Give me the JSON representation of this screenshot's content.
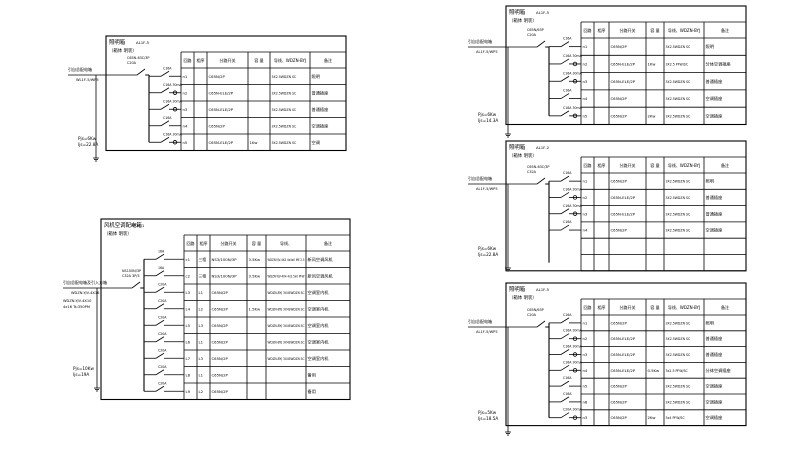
{
  "panels": [
    {
      "id": "AL1",
      "title": "照明箱",
      "code": "AL1F-5",
      "subtitle": "（箱体 明装）",
      "feed_label": "引自总配电箱",
      "feed_cable": "WL1F-5/WP5",
      "main_breaker": [
        "C65N-63C/3P",
        "C20A"
      ],
      "load": [
        "Pjs=6Kw",
        "Ijs=22.8A"
      ],
      "headers": [
        "回路",
        "相序",
        "分路开关",
        "容 量",
        "导线、WDZN-BYJ",
        "备注"
      ],
      "rows": [
        {
          "breaker_tag": "C16A",
          "circuit": "n1",
          "phase": "",
          "device": "C65N/2P",
          "capacity": "",
          "wire": "3X2.5WDZN SC",
          "remark": "照明"
        },
        {
          "breaker_tag": "C16A 30mA",
          "circuit": "n2",
          "phase": "",
          "device": "C65N-ELE/2P",
          "capacity": "",
          "wire": "3X2.5WDZN SC",
          "remark": "普通插座"
        },
        {
          "breaker_tag": "C16A 30mA",
          "circuit": "n3",
          "phase": "",
          "device": "C65N-ELE/2P",
          "capacity": "",
          "wire": "3X2.5WDZN SC",
          "remark": "普通插座"
        },
        {
          "breaker_tag": "C16A",
          "circuit": "n4",
          "phase": "",
          "device": "C65N/2P",
          "capacity": "",
          "wire": "3X2.5WDZN SC",
          "remark": "空调插座"
        },
        {
          "breaker_tag": "C16A 30mA",
          "circuit": "n5",
          "phase": "",
          "device": "C65N-ELE/2P",
          "capacity": "1Kw",
          "wire": "3X2.5WDZN SC",
          "remark": "空调"
        }
      ]
    },
    {
      "id": "AP1",
      "title": "风机空调配电箱",
      "code": "AP1F-1",
      "subtitle": "（箱体 明装）",
      "feed_label": "引自总配电箱及引入方箱",
      "feed_cable": "WDZN-YJV-4X16",
      "main_breaker": [
        "NS100N/3P",
        "C32A 3P/3"
      ],
      "extra_feed": [
        "WDZN-YJV-4X10",
        "4x16 Ts:350PM"
      ],
      "load": [
        "Pjs=10Kw",
        "Ijs=19A"
      ],
      "headers": [
        "回路",
        "相序",
        "分路开关",
        "容 量",
        "导线、",
        "备注"
      ],
      "rows": [
        {
          "breaker_tag": "16A",
          "circuit": "c1",
          "phase": "三相",
          "device": "NS3/100N/3P",
          "capacity": "3.5Kw",
          "wire": "WDZN-YJV-4X4 4x4x0 ME 2.5",
          "remark": "新风空调风机"
        },
        {
          "breaker_tag": "16A",
          "circuit": "c2",
          "phase": "三相",
          "device": "NS3/100N/3P",
          "capacity": "3.5Kw",
          "wire": "WDZN-YJV-4X4 4x2.5x0 PFW",
          "remark": "新风空调风机"
        },
        {
          "breaker_tag": "C20A",
          "circuit": "L3",
          "phase": "L1",
          "device": "C65N/2P",
          "capacity": "",
          "wire": "WDZN-BYJ 3X4SWDZN SC",
          "remark": "空调室内机"
        },
        {
          "breaker_tag": "C20A",
          "circuit": "L4",
          "phase": "L2",
          "device": "C65N/2P",
          "capacity": "1.5Kw",
          "wire": "WDZN-BYJ 3X4SWDZN SC",
          "remark": "空调室内机"
        },
        {
          "breaker_tag": "C20A",
          "circuit": "L5",
          "phase": "L3",
          "device": "C65N/2P",
          "capacity": "",
          "wire": "WDZN-BYJ 3X4SWDZN SC",
          "remark": "空调室内机"
        },
        {
          "breaker_tag": "C20A",
          "circuit": "L6",
          "phase": "L1",
          "device": "C65N/2P",
          "capacity": "",
          "wire": "WDZN-BYJ 3X4SWDZN SC",
          "remark": "空调室内机"
        },
        {
          "breaker_tag": "C20A",
          "circuit": "L7",
          "phase": "L3",
          "device": "C65N/2P",
          "capacity": "",
          "wire": "WDZN-BYJ 3X4SWDZN SC",
          "remark": "空调室内机"
        },
        {
          "breaker_tag": "C20A",
          "circuit": "L8",
          "phase": "L1",
          "device": "C65N/2P",
          "capacity": "",
          "wire": "",
          "remark": "备用"
        },
        {
          "breaker_tag": "C20A",
          "circuit": "L9",
          "phase": "L2",
          "device": "C65N/2P",
          "capacity": "",
          "wire": "",
          "remark": "备用"
        }
      ]
    },
    {
      "id": "AL2",
      "title": "照明箱",
      "code": "AL1F-5",
      "subtitle": "（箱体 明装）",
      "feed_label": "引自总配电箱",
      "feed_cable": "AL1F-5/WP5",
      "main_breaker": [
        "C65N/63P",
        "C20A"
      ],
      "load": [
        "Pjs=6Kw",
        "Ijs=14.3A"
      ],
      "headers": [
        "回路",
        "相序",
        "分路开关",
        "容 量",
        "导线、WDZN-BYJ",
        "备注"
      ],
      "rows": [
        {
          "breaker_tag": "C16A",
          "circuit": "n1",
          "phase": "",
          "device": "C65N/2P",
          "capacity": "",
          "wire": "3X2.5WDZN SC",
          "remark": "照明"
        },
        {
          "breaker_tag": "C16A 30mA",
          "circuit": "n2",
          "phase": "",
          "device": "C65N-ELE/2P",
          "capacity": "1Kw",
          "wire": "3X2.5 PFW/SC",
          "remark": "分体空调插座"
        },
        {
          "breaker_tag": "C16A 30mA",
          "circuit": "n3",
          "phase": "",
          "device": "C65N-ELE/2P",
          "capacity": "",
          "wire": "3X2.5WDZN SC",
          "remark": "普通插座"
        },
        {
          "breaker_tag": "C16A",
          "circuit": "n4",
          "phase": "",
          "device": "C65N/2P",
          "capacity": "",
          "wire": "3X2.5WDZN SC",
          "remark": "空调插座"
        },
        {
          "breaker_tag": "C16A 30mA",
          "circuit": "n5",
          "phase": "",
          "device": "C65N/2P",
          "capacity": "2Kw",
          "wire": "3X2.5WDZN SC",
          "remark": "空调插座"
        }
      ]
    },
    {
      "id": "AL3",
      "title": "照明箱",
      "code": "AL1F-2",
      "subtitle": "（箱体 明装）",
      "feed_label": "引自总配电箱",
      "feed_cable": "AL1F-5/WP5",
      "main_breaker": [
        "C65N-63C/3P",
        "C32A"
      ],
      "load": [
        "Pjs=6Kw",
        "Ijs=22.8A"
      ],
      "headers": [
        "回路",
        "相序",
        "分路开关",
        "容 量",
        "导线、WDZN-BYJ",
        "备注"
      ],
      "rows": [
        {
          "breaker_tag": "C16A",
          "circuit": "n1",
          "phase": "",
          "device": "C65N/2P",
          "capacity": "",
          "wire": "3X2.5WDZN SC",
          "remark": "照明"
        },
        {
          "breaker_tag": "C16A 30mA",
          "circuit": "n2",
          "phase": "",
          "device": "C65N-ELE/2P",
          "capacity": "",
          "wire": "3X2.5WDZN SC",
          "remark": "普通插座"
        },
        {
          "breaker_tag": "C16A 30mA",
          "circuit": "n3",
          "phase": "",
          "device": "C65N-ELE/2P",
          "capacity": "",
          "wire": "3X2.5WDZN SC",
          "remark": "普通插座"
        },
        {
          "breaker_tag": "C16A",
          "circuit": "n4",
          "phase": "",
          "device": "C65N/2P",
          "capacity": "",
          "wire": "3X2.5WDZN SC",
          "remark": "空调插座"
        },
        {
          "breaker_tag": "",
          "circuit": "",
          "phase": "",
          "device": "",
          "capacity": "",
          "wire": "",
          "remark": ""
        },
        {
          "breaker_tag": "",
          "circuit": "",
          "phase": "",
          "device": "",
          "capacity": "",
          "wire": "",
          "remark": ""
        }
      ]
    },
    {
      "id": "AL4",
      "title": "照明箱",
      "code": "AL1F-5",
      "subtitle": "（箱体 明装）",
      "feed_label": "引自总配电箱",
      "feed_cable": "AL1F-5/WP5",
      "main_breaker": [
        "C65N/63P",
        "C20A"
      ],
      "load": [
        "Pjs=5Kw",
        "Ijs=18.5A"
      ],
      "headers": [
        "回路",
        "相序",
        "分路开关",
        "容 量",
        "导线、WDZN-BYJ",
        "备注"
      ],
      "rows": [
        {
          "breaker_tag": "C16A",
          "circuit": "n1",
          "phase": "",
          "device": "C65N/2P",
          "capacity": "",
          "wire": "3X2.5WDZN SC",
          "remark": "照明"
        },
        {
          "breaker_tag": "C16A 30mA",
          "circuit": "n2",
          "phase": "",
          "device": "C65N-ELE/2P",
          "capacity": "",
          "wire": "3X2.5WDZN SC",
          "remark": "普通插座"
        },
        {
          "breaker_tag": "C16A 30mA",
          "circuit": "n3",
          "phase": "",
          "device": "C65N-ELE/2P",
          "capacity": "",
          "wire": "3X2.5WDZN SC",
          "remark": "普通插座"
        },
        {
          "breaker_tag": "C16A 30mA",
          "circuit": "n4",
          "phase": "",
          "device": "C65N-ELE/2P",
          "capacity": "0.5Kw",
          "wire": "3x2.5 PFW/SC",
          "remark": "分体空调插座"
        },
        {
          "breaker_tag": "C16A",
          "circuit": "n5",
          "phase": "",
          "device": "C65N/2P",
          "capacity": "",
          "wire": "3X2.5WDZN SC",
          "remark": "空调插座"
        },
        {
          "breaker_tag": "C16A",
          "circuit": "n6",
          "phase": "",
          "device": "C65N/2P",
          "capacity": "",
          "wire": "3X2.5WDZN SC",
          "remark": "空调插座"
        },
        {
          "breaker_tag": "C20A 30mA",
          "circuit": "n3",
          "phase": "",
          "device": "C65N/2P",
          "capacity": "2Kw",
          "wire": "3x4 PFW/SC",
          "remark": "空调插座"
        }
      ]
    }
  ]
}
